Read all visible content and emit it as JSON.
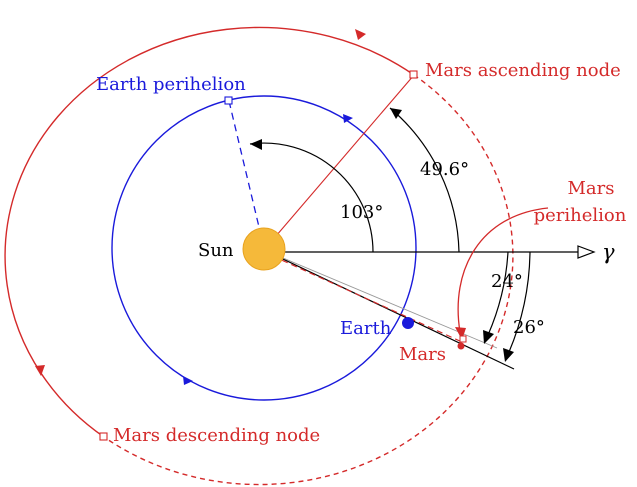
{
  "labels": {
    "sun": "Sun",
    "earth": "Earth",
    "mars": "Mars",
    "earth_perihelion": "Earth perihelion",
    "mars_ascending_node": "Mars ascending node",
    "mars_descending_node": "Mars descending node",
    "mars_perihelion_line1": "Mars",
    "mars_perihelion_line2": "perihelion",
    "gamma": "γ"
  },
  "angles": {
    "earth_perihelion": "103°",
    "mars_ascending_node": "49.6°",
    "mars_perihelion": "24°",
    "mars_position": "26°"
  },
  "colors": {
    "earth_orbit": "#1a1adb",
    "mars_orbit": "#d42a2a",
    "sun_fill": "#f5b93a",
    "sun_stroke": "#e8a21e",
    "reference": "#000000"
  }
}
